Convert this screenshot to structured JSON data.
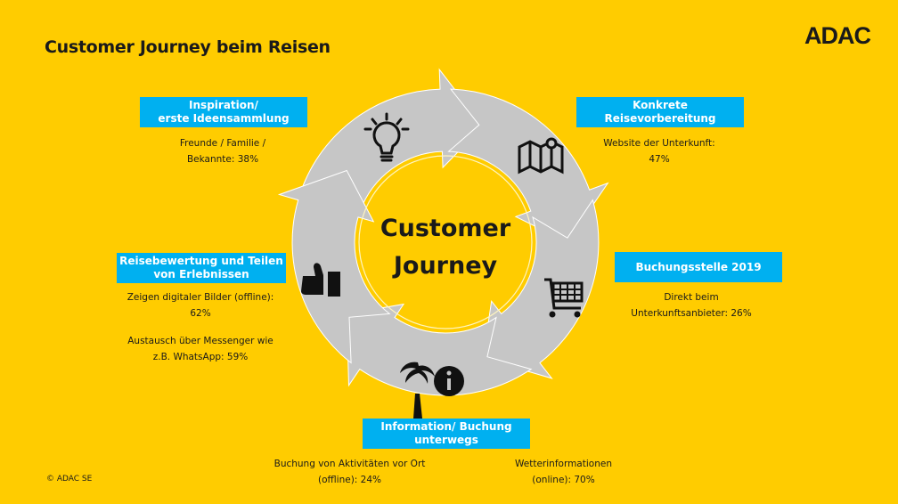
{
  "title": "Customer Journey beim Reisen",
  "logo": "ADAC",
  "copyright": "© ADAC SE",
  "center": {
    "line1": "Customer",
    "line2": "Journey"
  },
  "stages": [
    {
      "label1": "Inspiration/",
      "label2": "erste Ideensammlung",
      "text": [
        "Freunde / Familie /",
        "Bekannte: 38%"
      ],
      "icon": "lightbulb-icon"
    },
    {
      "label1": "Konkrete",
      "label2": "Reisevorbereitung",
      "text": [
        "Website der Unterkunft:",
        "47%"
      ],
      "icon": "map-pin-icon"
    },
    {
      "label1": "Buchungsstelle 2019",
      "text": [
        "Direkt beim",
        "Unterkunftsanbieter: 26%"
      ],
      "icon": "shopping-cart-icon"
    },
    {
      "label1": "Information/ Buchung",
      "label2": "unterwegs",
      "text": [
        "Buchung von Aktivitäten vor Ort",
        "(offline): 24%"
      ],
      "text2": [
        "Wetterinformationen",
        "(online): 70%"
      ],
      "icon": "palm-info-icon"
    },
    {
      "label1": "Reisebewertung und Teilen",
      "label2": "von Erlebnissen",
      "text": [
        "Zeigen digitaler Bilder (offline):",
        "62%"
      ],
      "text2": [
        "Austausch über Messenger wie",
        "z.B. WhatsApp: 59%"
      ],
      "icon": "thumbs-up-icon"
    }
  ],
  "colors": {
    "background": "#FFCC00",
    "box": "#00B0F0",
    "arrow": "#C6C6C6"
  }
}
